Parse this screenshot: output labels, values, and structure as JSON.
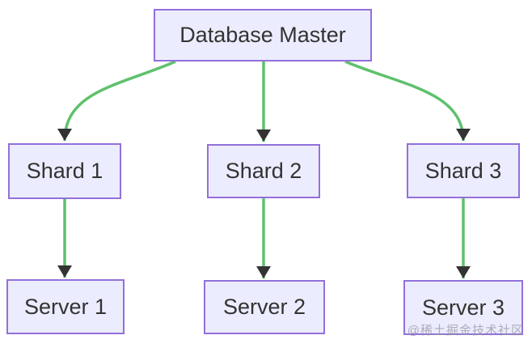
{
  "diagram": {
    "type": "flowchart",
    "direction": "top-down",
    "nodes": [
      {
        "id": "master",
        "label": "Database Master"
      },
      {
        "id": "shard1",
        "label": "Shard 1"
      },
      {
        "id": "shard2",
        "label": "Shard 2"
      },
      {
        "id": "shard3",
        "label": "Shard 3"
      },
      {
        "id": "server1",
        "label": "Server 1"
      },
      {
        "id": "server2",
        "label": "Server 2"
      },
      {
        "id": "server3",
        "label": "Server 3"
      }
    ],
    "edges": [
      {
        "from": "Database Master",
        "to": "Shard 1"
      },
      {
        "from": "Database Master",
        "to": "Shard 2"
      },
      {
        "from": "Database Master",
        "to": "Shard 3"
      },
      {
        "from": "Shard 1",
        "to": "Server 1"
      },
      {
        "from": "Shard 2",
        "to": "Server 2"
      },
      {
        "from": "Shard 3",
        "to": "Server 3"
      }
    ],
    "colors": {
      "node_fill": "#ECECFF",
      "node_border": "#9370DB",
      "edge_stroke": "#5EC16D",
      "arrowhead": "#333333",
      "label_text": "#333333",
      "background": "#FFFFFF",
      "watermark_text": "#9696A0"
    }
  },
  "watermark": {
    "text": "@稀土掘金技术社区"
  }
}
